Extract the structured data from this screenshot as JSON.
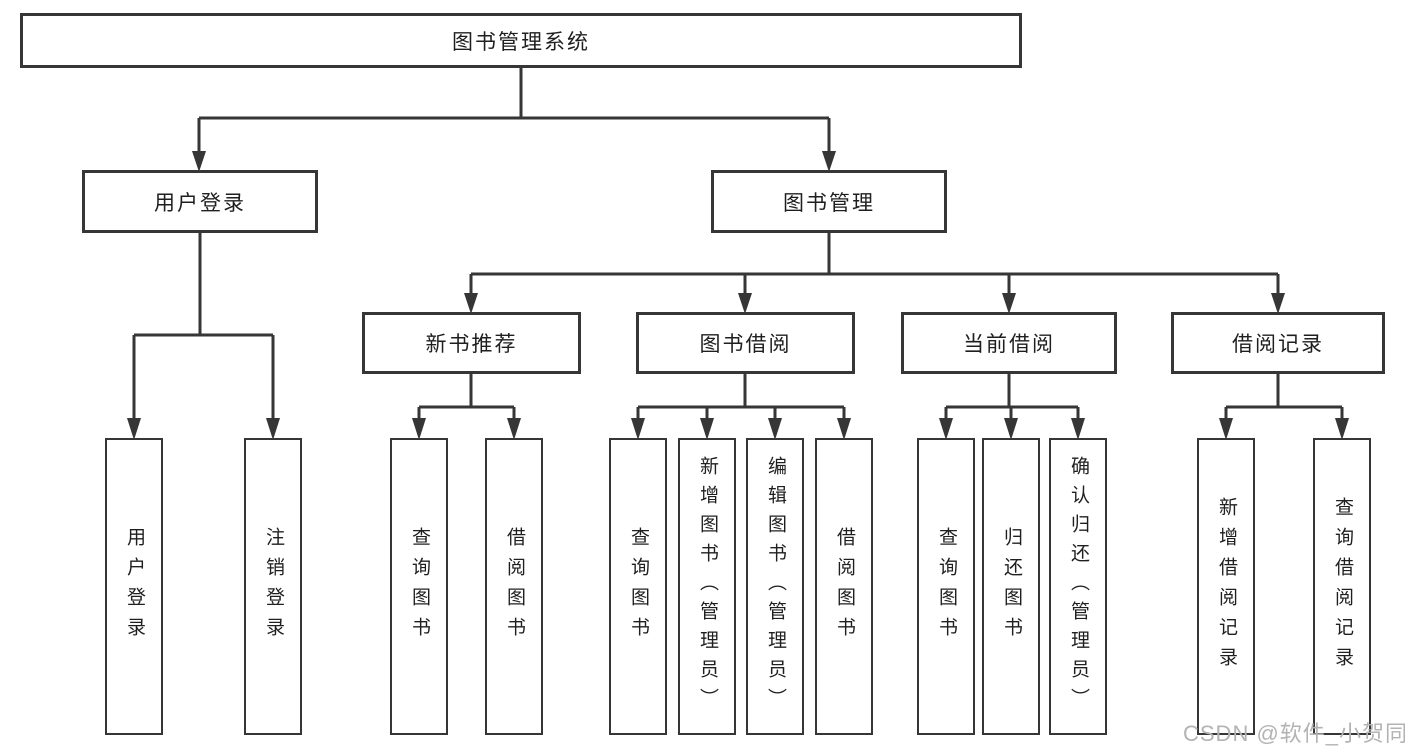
{
  "diagram": {
    "root": {
      "label": "图书管理系统"
    },
    "level2": {
      "user_login": {
        "label": "用户登录"
      },
      "book_management": {
        "label": "图书管理"
      }
    },
    "level3": {
      "new_book_recommend": {
        "label": "新书推荐"
      },
      "book_borrow": {
        "label": "图书借阅"
      },
      "current_borrow": {
        "label": "当前借阅"
      },
      "borrow_records": {
        "label": "借阅记录"
      }
    },
    "level4": {
      "user_login_leaf": {
        "label": "用户登录"
      },
      "logout_leaf": {
        "label": "注销登录"
      },
      "recommend_query_books": {
        "label": "查询图书"
      },
      "recommend_borrow_books": {
        "label": "借阅图书"
      },
      "borrow_query_books": {
        "label": "查询图书"
      },
      "borrow_add_books": {
        "label": "新增图书（管理员）"
      },
      "borrow_edit_books": {
        "label": "编辑图书（管理员）"
      },
      "borrow_borrow_books": {
        "label": "借阅图书"
      },
      "current_query_books": {
        "label": "查询图书"
      },
      "current_return_books": {
        "label": "归还图书"
      },
      "current_confirm_return": {
        "label": "确认归还（管理员）"
      },
      "records_add_record": {
        "label": "新增借阅记录"
      },
      "records_query_record": {
        "label": "查询借阅记录"
      }
    }
  },
  "watermark": {
    "text": "CSDN @软件_小贺同学"
  },
  "colors": {
    "line": "#363636",
    "box_border": "#363636",
    "text": "#1f1f1f",
    "background": "#ffffff",
    "watermark": "#b3b3b3"
  }
}
